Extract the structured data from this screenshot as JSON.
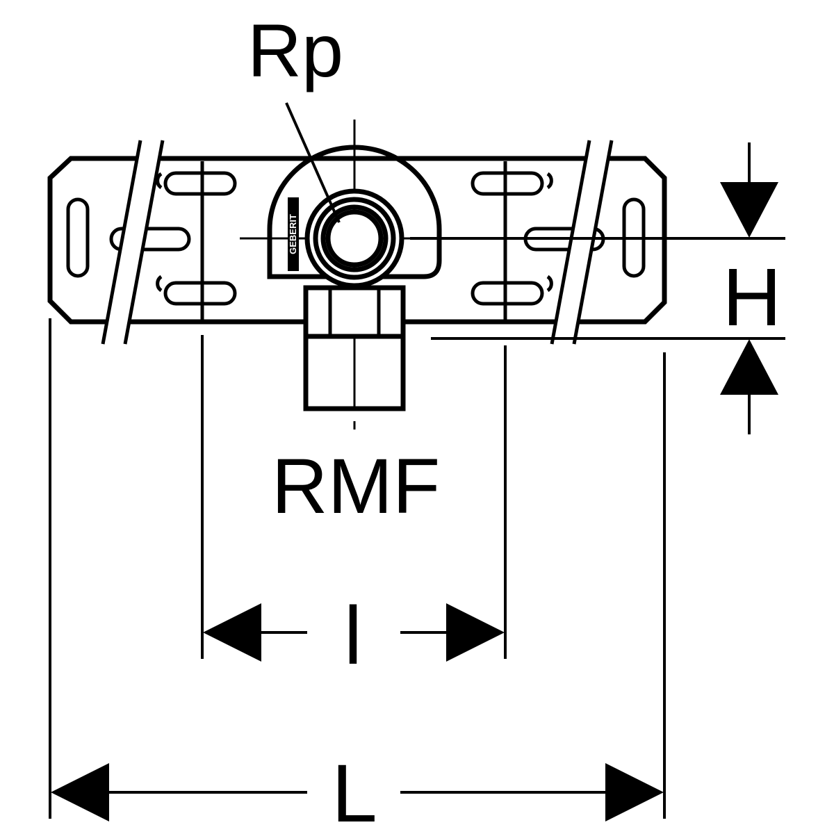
{
  "labels": {
    "thread": "Rp",
    "material": "RMF",
    "height": "H",
    "inner_length": "l",
    "total_length": "L"
  },
  "logo": "GEBERIT",
  "colors": {
    "ink": "#000000",
    "paper": "#ffffff"
  }
}
